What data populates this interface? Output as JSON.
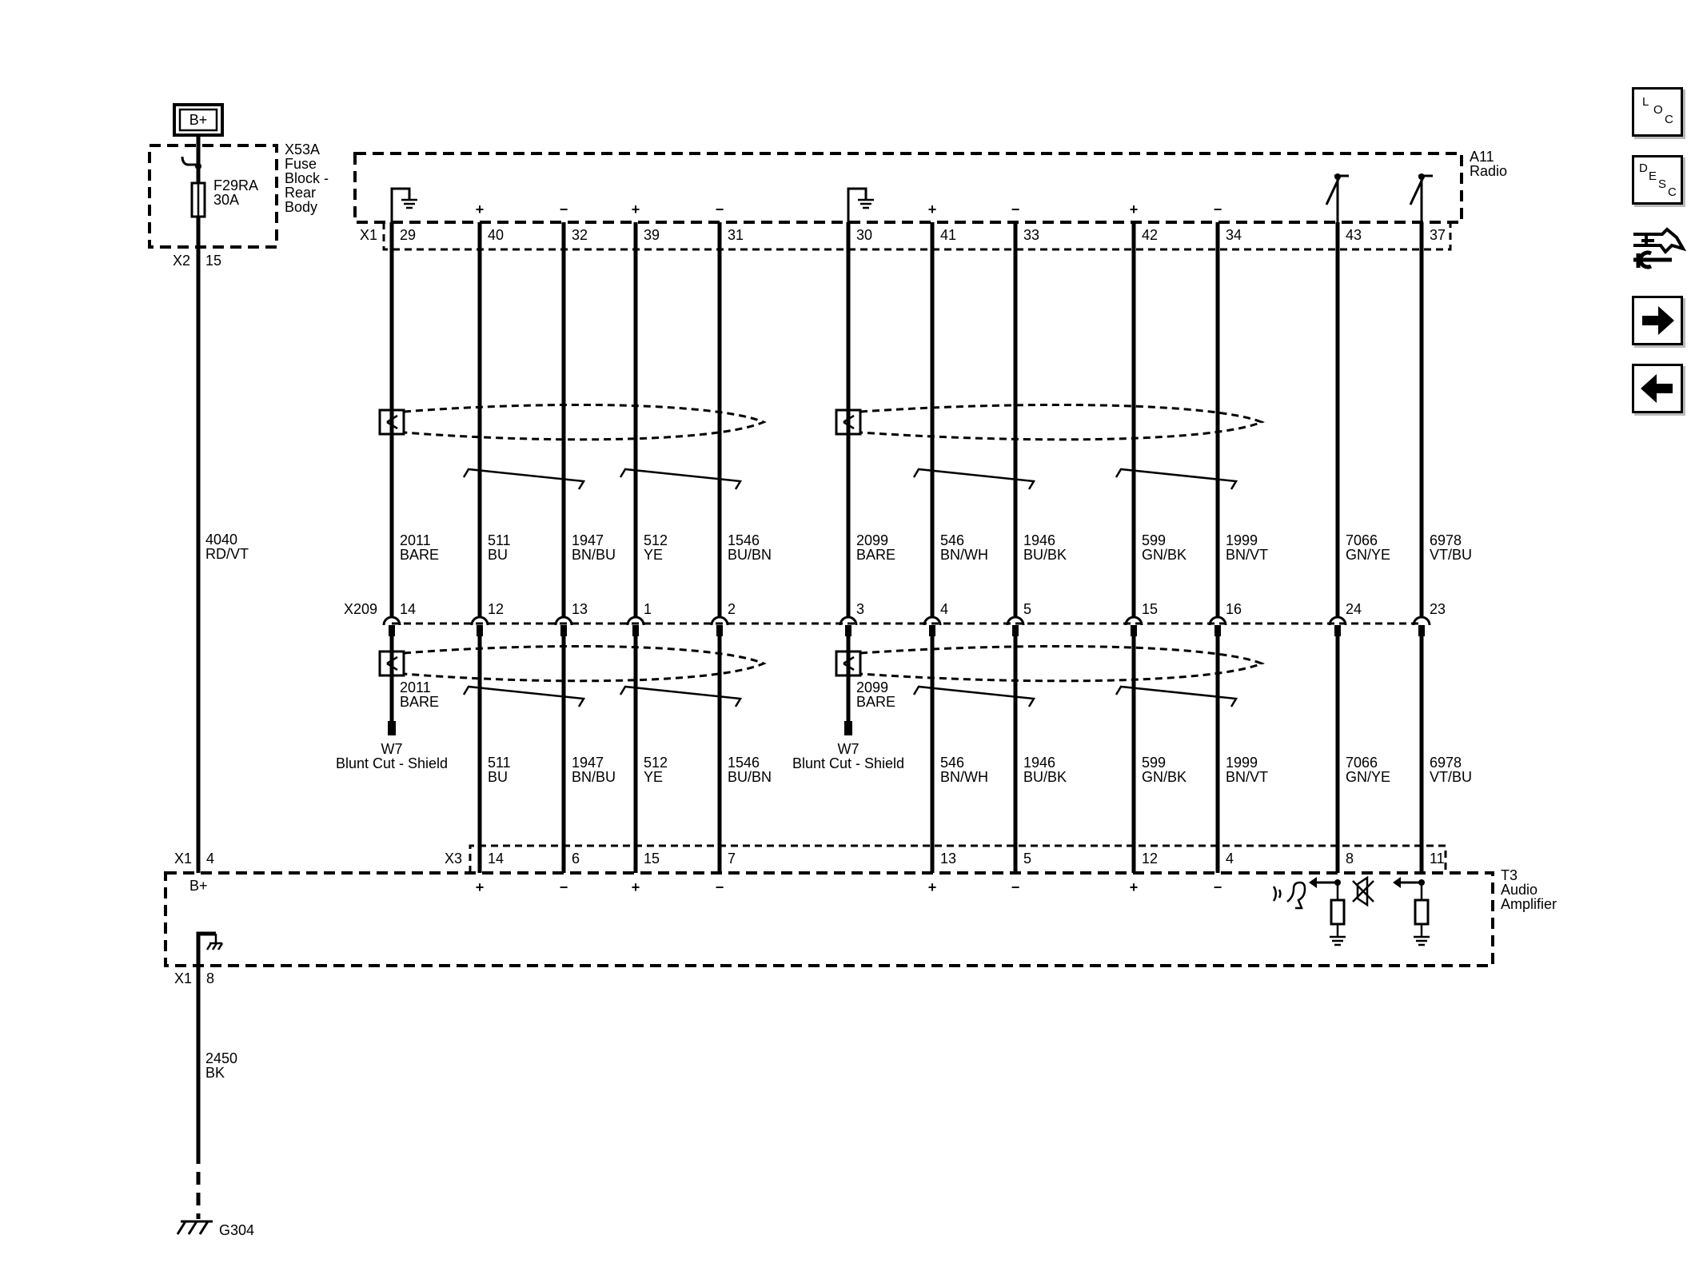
{
  "power": {
    "label": "B+"
  },
  "fuse_block": {
    "id": "X53A",
    "name_lines": [
      "Fuse",
      "Block -",
      "Rear",
      "Body"
    ],
    "fuse_id": "F29RA",
    "fuse_rating": "30A",
    "connector": "X2",
    "pin": "15"
  },
  "radio": {
    "id": "A11",
    "name": "Radio",
    "connector": "X1"
  },
  "amplifier": {
    "id": "T3",
    "name_lines": [
      "Audio",
      "Amplifier"
    ],
    "connector_x1": "X1",
    "connector_x3": "X3",
    "pin_power": "4",
    "pin_power_label": "B+",
    "pin_ground": "8"
  },
  "inline_connector": {
    "id": "X209"
  },
  "power_wire": {
    "circuit": "4040",
    "color": "RD/VT"
  },
  "ground_wire": {
    "circuit": "2450",
    "color": "BK"
  },
  "ground": {
    "id": "G304"
  },
  "shield_terminal": {
    "id": "W7",
    "desc": "Blunt Cut - Shield"
  },
  "polarity": {
    "plus": "+",
    "minus": "−"
  },
  "wires": [
    {
      "radio_pin": "29",
      "circuit": "2011",
      "color": "BARE",
      "x209": "14",
      "amp_pin": "",
      "type": "shield"
    },
    {
      "radio_pin": "40",
      "circuit": "511",
      "color": "BU",
      "x209": "12",
      "amp_pin": "14",
      "type": "plus"
    },
    {
      "radio_pin": "32",
      "circuit": "1947",
      "color": "BN/BU",
      "x209": "13",
      "amp_pin": "6",
      "type": "minus"
    },
    {
      "radio_pin": "39",
      "circuit": "512",
      "color": "YE",
      "x209": "1",
      "amp_pin": "15",
      "type": "plus"
    },
    {
      "radio_pin": "31",
      "circuit": "1546",
      "color": "BU/BN",
      "x209": "2",
      "amp_pin": "7",
      "type": "minus"
    },
    {
      "radio_pin": "30",
      "circuit": "2099",
      "color": "BARE",
      "x209": "3",
      "amp_pin": "",
      "type": "shield"
    },
    {
      "radio_pin": "41",
      "circuit": "546",
      "color": "BN/WH",
      "x209": "4",
      "amp_pin": "13",
      "type": "plus"
    },
    {
      "radio_pin": "33",
      "circuit": "1946",
      "color": "BU/BK",
      "x209": "5",
      "amp_pin": "5",
      "type": "minus"
    },
    {
      "radio_pin": "42",
      "circuit": "599",
      "color": "GN/BK",
      "x209": "15",
      "amp_pin": "12",
      "type": "plus"
    },
    {
      "radio_pin": "34",
      "circuit": "1999",
      "color": "BN/VT",
      "x209": "16",
      "amp_pin": "4",
      "type": "minus"
    },
    {
      "radio_pin": "43",
      "circuit": "7066",
      "color": "GN/YE",
      "x209": "24",
      "amp_pin": "8",
      "type": "switch"
    },
    {
      "radio_pin": "37",
      "circuit": "6978",
      "color": "VT/BU",
      "x209": "23",
      "amp_pin": "11",
      "type": "switch"
    }
  ],
  "nav": [
    {
      "name": "loc",
      "letters": [
        "L",
        "O",
        "C"
      ]
    },
    {
      "name": "desc",
      "letters": [
        "D",
        "E",
        "S",
        "C"
      ]
    },
    {
      "name": "harness",
      "icon": "connector-wrench-icon"
    },
    {
      "name": "next",
      "icon": "arrow-right-icon"
    },
    {
      "name": "prev",
      "icon": "arrow-left-icon"
    }
  ]
}
